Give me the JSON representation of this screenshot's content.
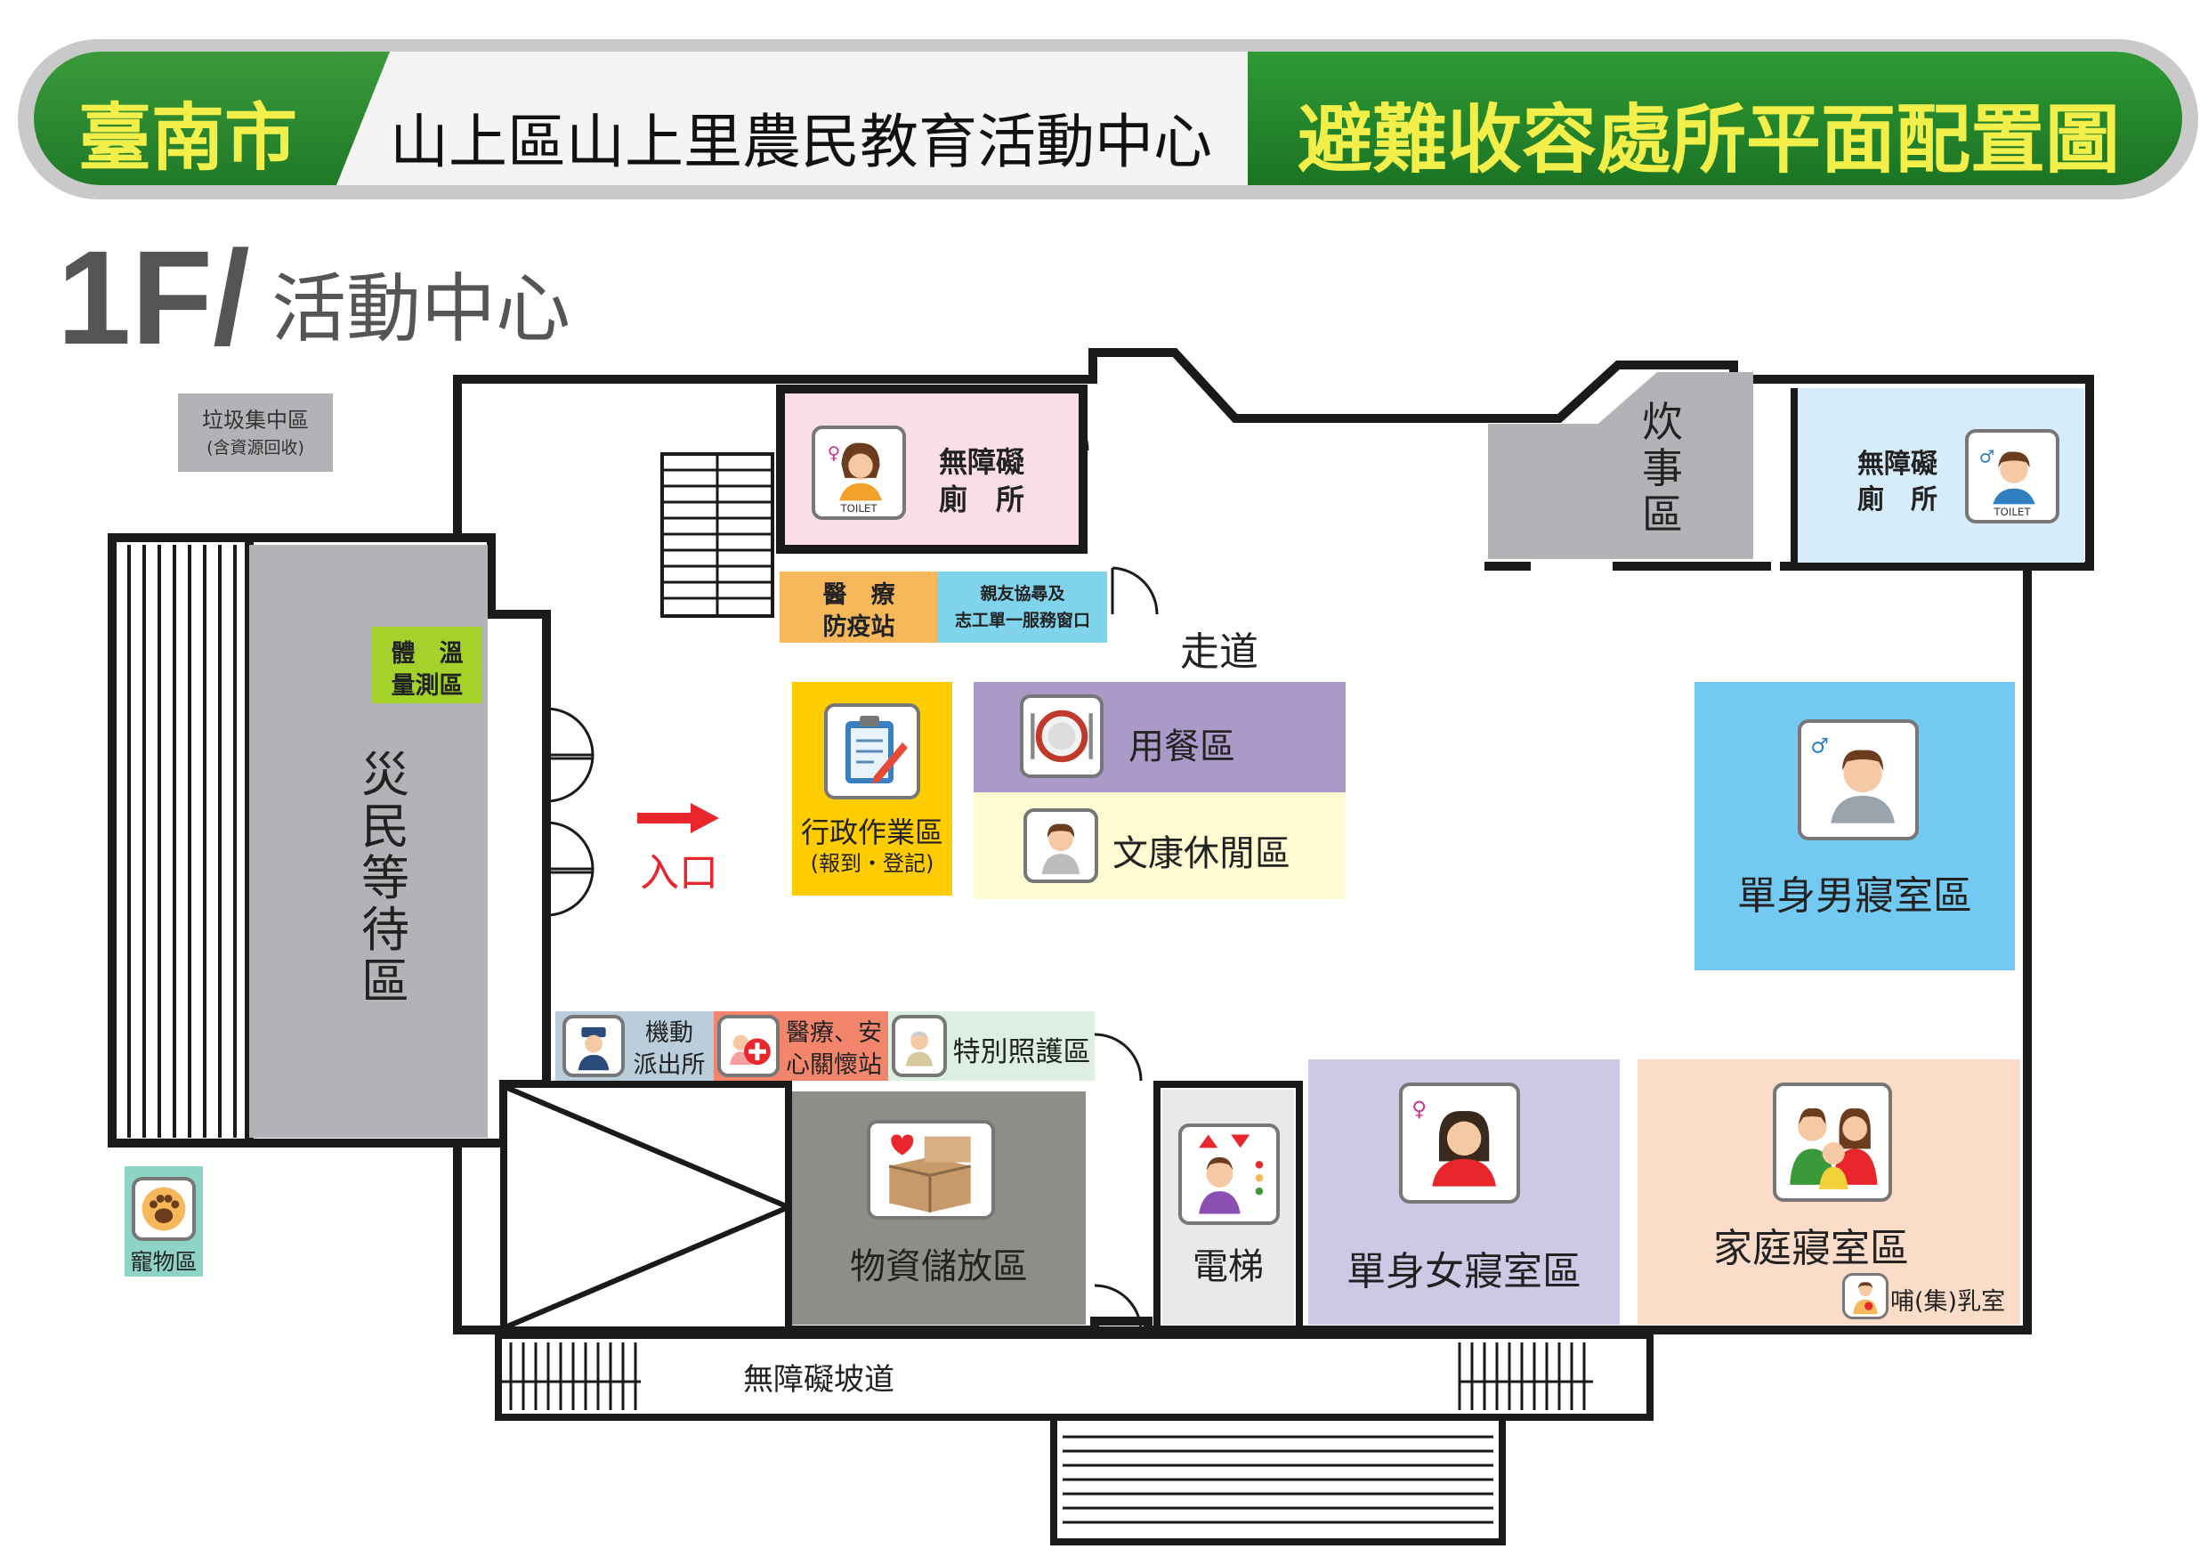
{
  "header": {
    "city": "臺南市",
    "center_name": "山上區山上里農民教育活動中心",
    "map_title": "避難收容處所平面配置圖"
  },
  "floor": {
    "number": "1F/",
    "name": "活動中心"
  },
  "areas": {
    "garbage": {
      "line1": "垃圾集中區",
      "line2": "(含資源回收)"
    },
    "pet": "寵物區",
    "temperature": {
      "line1": "體　溫",
      "line2": "量測區"
    },
    "waiting": "災民等待區",
    "entrance": "入口",
    "toilet_female": {
      "line1": "無障礙",
      "line2": "廁　所",
      "sign": "TOILET"
    },
    "toilet_male": {
      "line1": "無障礙",
      "line2": "廁　所",
      "sign": "TOILET"
    },
    "medical_station": {
      "line1": "醫　療",
      "line2": "防疫站"
    },
    "family_search": {
      "line1": "親友協尋及",
      "line2": "志工單一服務窗口"
    },
    "corridor": "走道",
    "kitchen": "炊事區",
    "admin": {
      "line1": "行政作業區",
      "line2": "(報到・登記)"
    },
    "dining": "用餐區",
    "recreation": "文康休閒區",
    "male_dorm": "單身男寢室區",
    "police": {
      "line1": "機動",
      "line2": "派出所"
    },
    "medical_care": {
      "line1": "醫療、安",
      "line2": "心關懷站"
    },
    "special_care": "特別照護區",
    "storage": "物資儲放區",
    "elevator": "電梯",
    "female_dorm": "單身女寢室區",
    "family_dorm": "家庭寢室區",
    "nursing": "哺(集)乳室",
    "ramp": "無障礙坡道"
  },
  "colors": {
    "banner_green": "#1f7a28",
    "banner_yellow": "#f2ee4a",
    "wall": "#1a1a1a",
    "waiting_gray": "#b1b3b6",
    "toilet_pink": "#fbdde9",
    "toilet_blue": "#d6ecfb",
    "medical_orange": "#f6b85a",
    "family_search_blue": "#7fd3ea",
    "admin_yellow": "#ffcc00",
    "dining_purple": "#ab9ac8",
    "recreation_yellow": "#fefad2",
    "male_dorm_blue": "#72c9f1",
    "female_dorm_lavender": "#ccc9e5",
    "family_dorm_peach": "#fbdcc9",
    "storage_gray": "#8e8e88",
    "kitchen_gray": "#b1b3b6",
    "temperature_green": "#a4d22a",
    "pet_teal": "#8fd3c6",
    "entrance_red": "#e8262b"
  },
  "icons": [
    "toilet-female-icon",
    "toilet-male-icon",
    "clipboard-icon",
    "dining-plate-icon",
    "elder-icon",
    "male-person-icon",
    "police-icon",
    "medical-cross-icon",
    "elder-care-icon",
    "box-icon",
    "elevator-icon",
    "female-person-icon",
    "family-icon",
    "nursing-icon",
    "paw-icon",
    "entrance-arrow-icon"
  ]
}
